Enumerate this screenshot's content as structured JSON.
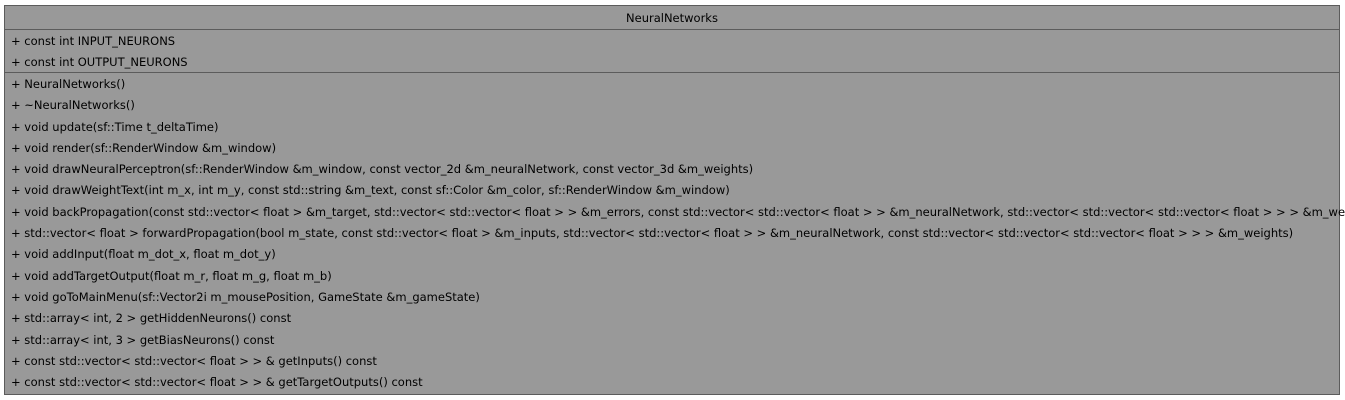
{
  "class_name": "NeuralNetworks",
  "attributes": [
    "+ const int INPUT_NEURONS",
    "+ const int OUTPUT_NEURONS"
  ],
  "operations": [
    "+ NeuralNetworks()",
    "+ ~NeuralNetworks()",
    "+ void update(sf::Time t_deltaTime)",
    "+ void render(sf::RenderWindow &m_window)",
    "+ void drawNeuralPerceptron(sf::RenderWindow &m_window, const vector_2d &m_neuralNetwork, const vector_3d &m_weights)",
    "+ void drawWeightText(int m_x, int m_y, const std::string &m_text, const sf::Color &m_color, sf::RenderWindow &m_window)",
    "+ void backPropagation(const std::vector< float > &m_target, std::vector< std::vector< float > > &m_errors, const std::vector< std::vector< float > > &m_neuralNetwork, std::vector< std::vector< std::vector< float > > > &m_weights)",
    "+ std::vector< float > forwardPropagation(bool m_state, const std::vector< float > &m_inputs, std::vector< std::vector< float > > &m_neuralNetwork, const std::vector< std::vector< std::vector< float > > > &m_weights)",
    "+ void addInput(float m_dot_x, float m_dot_y)",
    "+ void addTargetOutput(float m_r, float m_g, float m_b)",
    "+ void goToMainMenu(sf::Vector2i m_mousePosition, GameState &m_gameState)",
    "+ std::array< int, 2 > getHiddenNeurons() const",
    "+ std::array< int, 3 > getBiasNeurons() const",
    "+ const std::vector< std::vector< float > > & getInputs() const",
    "+ const std::vector< std::vector< float > > & getTargetOutputs() const"
  ]
}
